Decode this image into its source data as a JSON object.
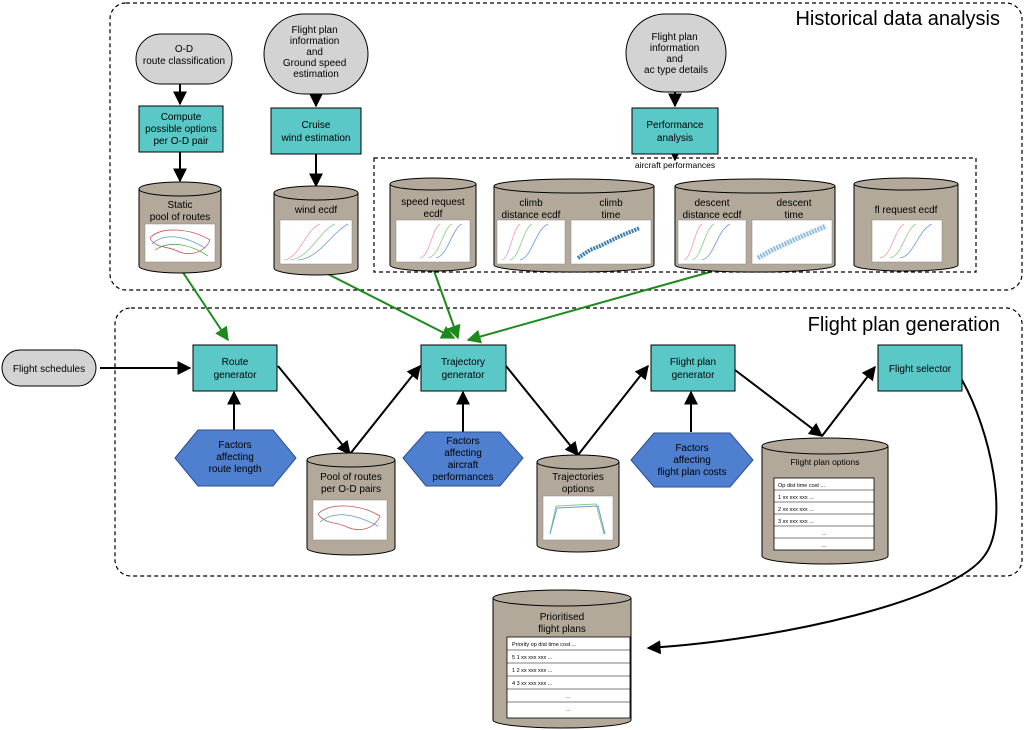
{
  "sections": {
    "historical": "Historical data analysis",
    "generation": "Flight plan generation"
  },
  "inputs": {
    "od_route": [
      "O-D",
      "route classification"
    ],
    "flight_plan_gs": [
      "Flight plan",
      "information",
      "and",
      "Ground speed",
      "estimation"
    ],
    "flight_plan_ac": [
      "Flight plan",
      "information",
      "and",
      "ac type details"
    ],
    "flight_schedules": "Flight schedules"
  },
  "processes": {
    "compute_options": [
      "Compute",
      "possible options",
      "per O-D pair"
    ],
    "cruise_wind": [
      "Cruise",
      "wind estimation"
    ],
    "performance": [
      "Performance",
      "analysis"
    ],
    "route_generator": [
      "Route",
      "generator"
    ],
    "trajectory_generator": [
      "Trajectory",
      "generator"
    ],
    "flight_plan_generator": [
      "Flight plan",
      "generator"
    ],
    "flight_selector": "Flight selector"
  },
  "stores": {
    "static_pool": [
      "Static",
      "pool of routes"
    ],
    "wind_ecdf": "wind ecdf",
    "aircraft_performances": "aircraft performances",
    "speed_request": [
      "speed request",
      "ecdf"
    ],
    "climb_distance": [
      "climb",
      "distance ecdf"
    ],
    "climb_time": [
      "climb",
      "time"
    ],
    "descent_distance": [
      "descent",
      "distance ecdf"
    ],
    "descent_time": [
      "descent",
      "time"
    ],
    "fl_request": "fl request ecdf",
    "pool_routes_od": [
      "Pool of routes",
      "per O-D pairs"
    ],
    "trajectories_options": [
      "Trajectories",
      "options"
    ],
    "flight_plan_options": "Flight plan options",
    "prioritised": [
      "Prioritised",
      "flight plans"
    ]
  },
  "factors": {
    "route_length": [
      "Factors",
      "affecting",
      "route length"
    ],
    "aircraft_performances": [
      "Factors",
      "affecting",
      "aircraft",
      "performances"
    ],
    "flight_plan_costs": [
      "Factors",
      "affecting",
      "flight plan costs"
    ]
  },
  "flight_plan_options_table": {
    "header": "Op dist time cost ...",
    "rows": [
      "1 xx xxx xxx ...",
      "2 xx xxx xxx ...",
      "3 xx xxx xxx ...",
      "...",
      "..."
    ]
  },
  "prioritised_table": {
    "header": "Priority op dist time cost ...",
    "rows": [
      "5 1 xx xxx xxx ...",
      "1 2 xx xxx xxx ...",
      "4 3 xx xxx xxx ...",
      "...",
      "..."
    ]
  },
  "colors": {
    "process": "#5bc8c8",
    "store": "#b3a99a",
    "input": "#d3d3d3",
    "factor": "#4f7fcf",
    "arrow_green": "#1e8a1e",
    "arrow_black": "#000000"
  }
}
